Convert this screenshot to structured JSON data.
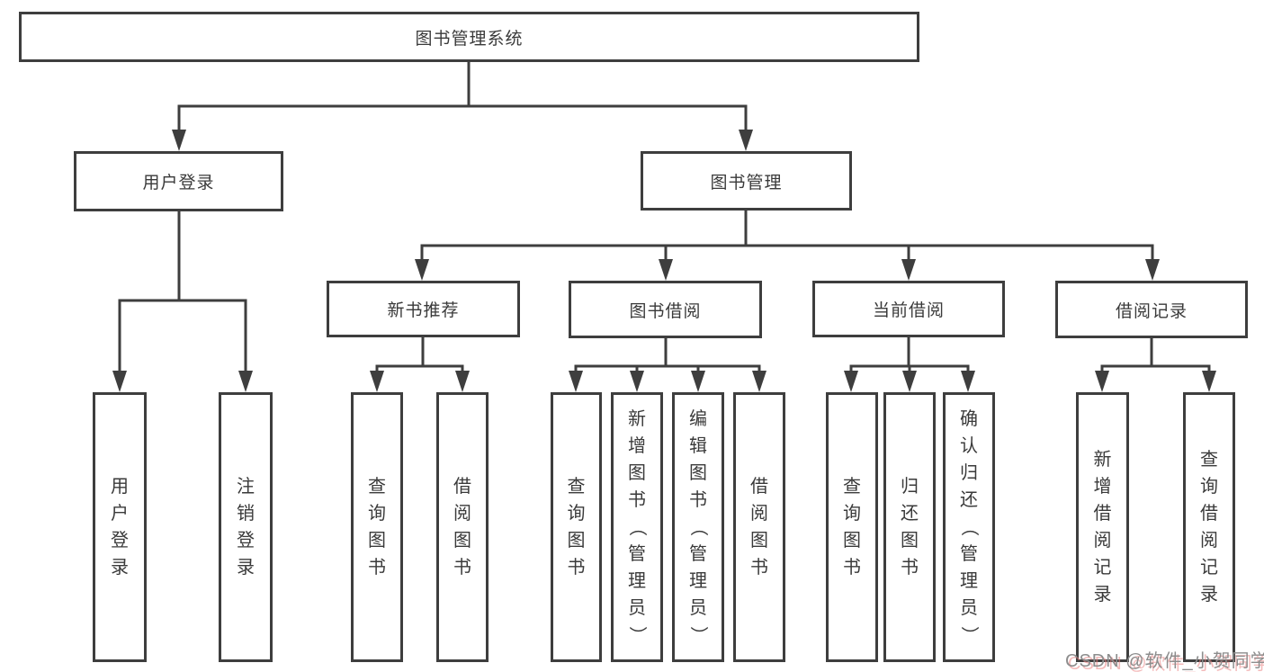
{
  "tree": {
    "root": {
      "label": "图书管理系统"
    },
    "modules": [
      {
        "label": "用户登录",
        "children": [
          {
            "label": "用户登录"
          },
          {
            "label": "注销登录"
          }
        ]
      },
      {
        "label": "图书管理",
        "submodules": [
          {
            "label": "新书推荐",
            "children": [
              {
                "label": "查询图书"
              },
              {
                "label": "借阅图书"
              }
            ]
          },
          {
            "label": "图书借阅",
            "children": [
              {
                "label": "查询图书"
              },
              {
                "label": "新增图书（管理员）"
              },
              {
                "label": "编辑图书（管理员）"
              },
              {
                "label": "借阅图书"
              }
            ]
          },
          {
            "label": "当前借阅",
            "children": [
              {
                "label": "查询图书"
              },
              {
                "label": "归还图书"
              },
              {
                "label": "确认归还（管理员）"
              }
            ]
          },
          {
            "label": "借阅记录",
            "children": [
              {
                "label": "新增借阅记录"
              },
              {
                "label": "查询借阅记录"
              }
            ]
          }
        ]
      }
    ]
  },
  "watermark": {
    "text": "CSDN @软件_小贺同学"
  },
  "colors": {
    "line": "#3e3e3e",
    "text": "#3a3a3a",
    "watermark_gray": "#8d8d8d",
    "watermark_pink": "#e98282"
  }
}
